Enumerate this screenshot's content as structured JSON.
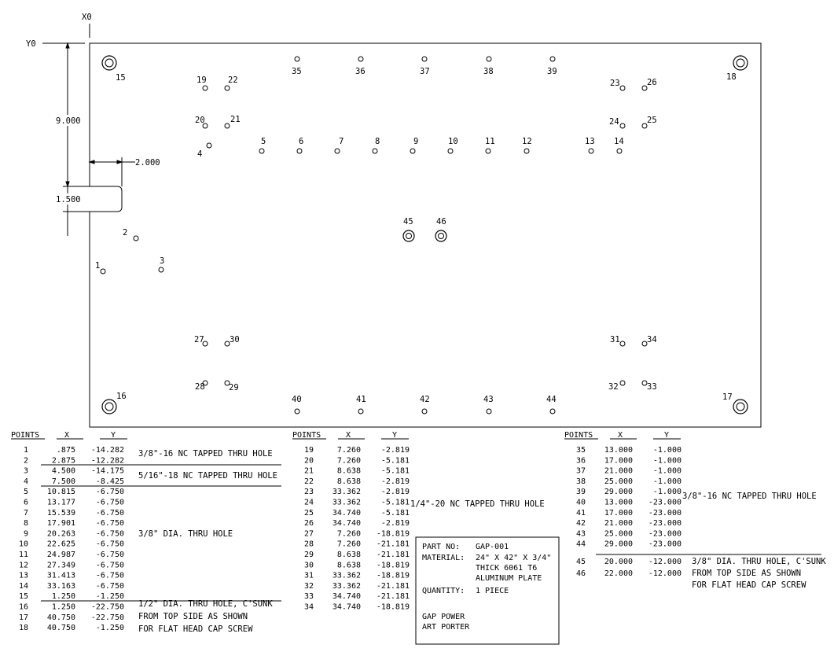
{
  "axes": {
    "x_label": "X0",
    "y_label": "Y0"
  },
  "dimensions": {
    "height_9": "9.000",
    "notch_depth": "2.000",
    "notch_height": "1.500"
  },
  "holes": [
    {
      "id": "1"
    },
    {
      "id": "2"
    },
    {
      "id": "3"
    },
    {
      "id": "4"
    },
    {
      "id": "5"
    },
    {
      "id": "6"
    },
    {
      "id": "7"
    },
    {
      "id": "8"
    },
    {
      "id": "9"
    },
    {
      "id": "10"
    },
    {
      "id": "11"
    },
    {
      "id": "12"
    },
    {
      "id": "13"
    },
    {
      "id": "14"
    },
    {
      "id": "15"
    },
    {
      "id": "16"
    },
    {
      "id": "17"
    },
    {
      "id": "18"
    },
    {
      "id": "19"
    },
    {
      "id": "20"
    },
    {
      "id": "21"
    },
    {
      "id": "22"
    },
    {
      "id": "23"
    },
    {
      "id": "24"
    },
    {
      "id": "25"
    },
    {
      "id": "26"
    },
    {
      "id": "27"
    },
    {
      "id": "28"
    },
    {
      "id": "29"
    },
    {
      "id": "30"
    },
    {
      "id": "31"
    },
    {
      "id": "32"
    },
    {
      "id": "33"
    },
    {
      "id": "34"
    },
    {
      "id": "35"
    },
    {
      "id": "36"
    },
    {
      "id": "37"
    },
    {
      "id": "38"
    },
    {
      "id": "39"
    },
    {
      "id": "40"
    },
    {
      "id": "41"
    },
    {
      "id": "42"
    },
    {
      "id": "43"
    },
    {
      "id": "44"
    },
    {
      "id": "45"
    },
    {
      "id": "46"
    }
  ],
  "table_headers": {
    "points": "POINTS",
    "x": "X",
    "y": "Y"
  },
  "table1": [
    [
      "1",
      ".875",
      "-14.282"
    ],
    [
      "2",
      "2.875",
      "-12.282"
    ],
    [
      "3",
      "4.500",
      "-14.175"
    ],
    [
      "4",
      "7.500",
      "-8.425"
    ],
    [
      "5",
      "10.815",
      "-6.750"
    ],
    [
      "6",
      "13.177",
      "-6.750"
    ],
    [
      "7",
      "15.539",
      "-6.750"
    ],
    [
      "8",
      "17.901",
      "-6.750"
    ],
    [
      "9",
      "20.263",
      "-6.750"
    ],
    [
      "10",
      "22.625",
      "-6.750"
    ],
    [
      "11",
      "24.987",
      "-6.750"
    ],
    [
      "12",
      "27.349",
      "-6.750"
    ],
    [
      "13",
      "31.413",
      "-6.750"
    ],
    [
      "14",
      "33.163",
      "-6.750"
    ],
    [
      "15",
      "1.250",
      "-1.250"
    ],
    [
      "16",
      "1.250",
      "-22.750"
    ],
    [
      "17",
      "40.750",
      "-22.750"
    ],
    [
      "18",
      "40.750",
      "-1.250"
    ]
  ],
  "table2": [
    [
      "19",
      "7.260",
      "-2.819"
    ],
    [
      "20",
      "7.260",
      "-5.181"
    ],
    [
      "21",
      "8.638",
      "-5.181"
    ],
    [
      "22",
      "8.638",
      "-2.819"
    ],
    [
      "23",
      "33.362",
      "-2.819"
    ],
    [
      "24",
      "33.362",
      "-5.181"
    ],
    [
      "25",
      "34.740",
      "-5.181"
    ],
    [
      "26",
      "34.740",
      "-2.819"
    ],
    [
      "27",
      "7.260",
      "-18.819"
    ],
    [
      "28",
      "7.260",
      "-21.181"
    ],
    [
      "29",
      "8.638",
      "-21.181"
    ],
    [
      "30",
      "8.638",
      "-18.819"
    ],
    [
      "31",
      "33.362",
      "-18.819"
    ],
    [
      "32",
      "33.362",
      "-21.181"
    ],
    [
      "33",
      "34.740",
      "-21.181"
    ],
    [
      "34",
      "34.740",
      "-18.819"
    ]
  ],
  "table3": [
    [
      "35",
      "13.000",
      "-1.000"
    ],
    [
      "36",
      "17.000",
      "-1.000"
    ],
    [
      "37",
      "21.000",
      "-1.000"
    ],
    [
      "38",
      "25.000",
      "-1.000"
    ],
    [
      "39",
      "29.000",
      "-1.000"
    ],
    [
      "40",
      "13.000",
      "-23.000"
    ],
    [
      "41",
      "17.000",
      "-23.000"
    ],
    [
      "42",
      "21.000",
      "-23.000"
    ],
    [
      "43",
      "25.000",
      "-23.000"
    ],
    [
      "44",
      "29.000",
      "-23.000"
    ],
    [
      "45",
      "20.000",
      "-12.000"
    ],
    [
      "46",
      "22.000",
      "-12.000"
    ]
  ],
  "notes": {
    "t1_1_2": "3/8\"-16 NC TAPPED THRU HOLE",
    "t1_3_4": "5/16\"-18 NC TAPPED THRU HOLE",
    "t1_5_14": "3/8\" DIA. THRU HOLE",
    "t1_15_18": [
      "1/2\" DIA. THRU HOLE, C'SUNK",
      "FROM TOP SIDE AS SHOWN",
      "FOR FLAT HEAD CAP SCREW"
    ],
    "t2_19_34": "1/4\"-20 NC TAPPED THRU HOLE",
    "t3_35_44": "3/8\"-16 NC TAPPED THRU HOLE",
    "t3_45_46": [
      "3/8\" DIA. THRU HOLE, C'SUNK",
      "FROM TOP SIDE AS SHOWN",
      "FOR FLAT HEAD CAP SCREW"
    ]
  },
  "title_block": {
    "part_no_label": "PART NO:",
    "part_no": "GAP-001",
    "material_label": "MATERIAL:",
    "material": [
      "24\" X 42\" X 3/4\"",
      "THICK 6061 T6",
      "ALUMINUM PLATE"
    ],
    "quantity_label": "QUANTITY:",
    "quantity": "1 PIECE",
    "company": "GAP POWER",
    "author": "ART PORTER"
  }
}
